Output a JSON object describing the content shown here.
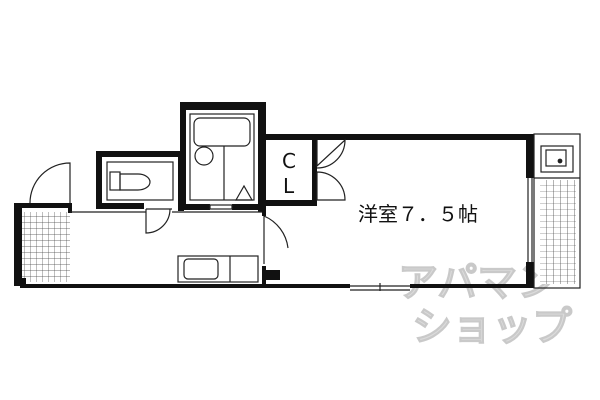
{
  "rooms": {
    "western_room": "洋室７．５帖",
    "closet": {
      "line1": "C",
      "line2": "L"
    }
  },
  "watermark": {
    "line1": "アパマン",
    "line2": "ショップ"
  },
  "colors": {
    "wall": "#111111",
    "line": "#222222",
    "watermark": "#cfcfcf"
  },
  "icons": [
    "toilet-icon",
    "bathtub-icon",
    "kitchen-sink-icon",
    "washbasin-icon"
  ]
}
